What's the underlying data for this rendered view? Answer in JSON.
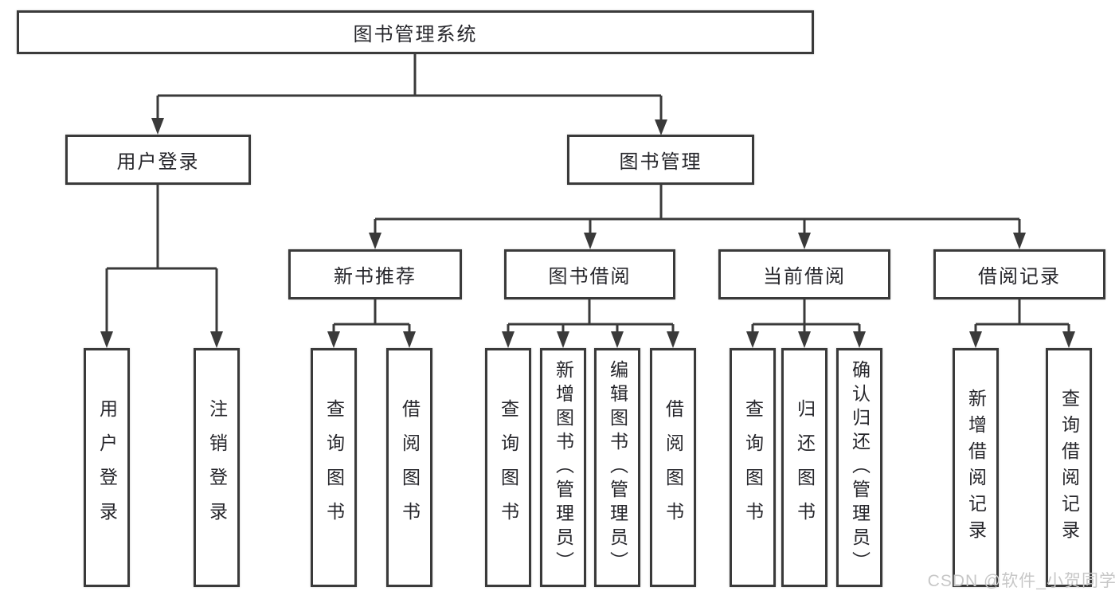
{
  "diagram": {
    "root": {
      "label": "图书管理系统"
    },
    "branches": [
      {
        "label": "用户登录",
        "children": [
          {
            "label": "用户登录"
          },
          {
            "label": "注销登录"
          }
        ]
      },
      {
        "label": "图书管理",
        "children": [
          {
            "label": "新书推荐",
            "children": [
              {
                "label": "查询图书"
              },
              {
                "label": "借阅图书"
              }
            ]
          },
          {
            "label": "图书借阅",
            "children": [
              {
                "label": "查询图书"
              },
              {
                "label": "新增图书（管理员）"
              },
              {
                "label": "编辑图书（管理员）"
              },
              {
                "label": "借阅图书"
              }
            ]
          },
          {
            "label": "当前借阅",
            "children": [
              {
                "label": "查询图书"
              },
              {
                "label": "归还图书"
              },
              {
                "label": "确认归还（管理员）"
              }
            ]
          },
          {
            "label": "借阅记录",
            "children": [
              {
                "label": "新增借阅记录"
              },
              {
                "label": "查询借阅记录"
              }
            ]
          }
        ]
      }
    ]
  },
  "watermark": {
    "text": "CSDN @软件_小贺同学"
  },
  "colors": {
    "line": "#3a3a3a",
    "text": "#26262b",
    "background": "#ffffff",
    "watermark": "#c7c7c7"
  }
}
